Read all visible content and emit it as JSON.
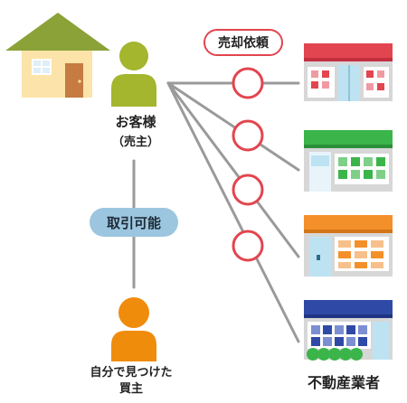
{
  "client": {
    "label": "お客様",
    "sublabel": "（売主）"
  },
  "sale_request": {
    "label": "売却依頼"
  },
  "tradable": {
    "label": "取引可能"
  },
  "buyer": {
    "line1": "自分で見つけた",
    "line2": "買主"
  },
  "agents": {
    "label": "不動産業者"
  },
  "colors": {
    "red": "#e2454f",
    "green": "#3bb54a",
    "orange": "#f4902a",
    "blue": "#2f4aa6",
    "client_person": "#a4b52e",
    "buyer_person": "#f08c0c",
    "pill_blue": "#9cc6df",
    "line_gray": "#9a9a9a"
  },
  "icons": [
    "house-icon",
    "client-person-icon",
    "buyer-person-icon",
    "shop-icon-red",
    "shop-icon-green",
    "shop-icon-orange",
    "shop-icon-blue"
  ]
}
